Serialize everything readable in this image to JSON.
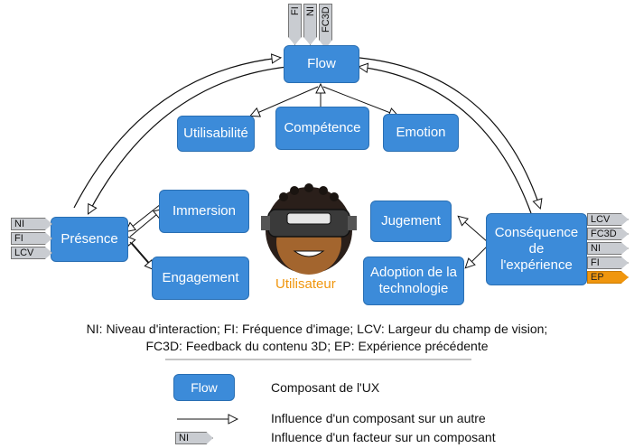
{
  "boxes": {
    "flow": "Flow",
    "utilisabilite": "Utilisabilité",
    "competence": "Compétence",
    "emotion": "Emotion",
    "presence": "Présence",
    "immersion": "Immersion",
    "engagement": "Engagement",
    "jugement": "Jugement",
    "adoption": "Adoption de la\ntechnologie",
    "consequence": "Conséquence\nde\nl'expérience"
  },
  "user_label": "Utilisateur",
  "flow_tags": [
    "FI",
    "NI",
    "FC3D"
  ],
  "presence_tags": [
    "NI",
    "FI",
    "LCV"
  ],
  "consequence_tags": [
    "LCV",
    "FC3D",
    "NI",
    "FI",
    "EP"
  ],
  "caption_line1": "NI: Niveau d'interaction; FI: Fréquence d'image; LCV: Largeur du champ de vision;",
  "caption_line2": "FC3D: Feedback du contenu 3D; EP: Expérience précédente",
  "legend": {
    "box_sample": "Flow",
    "box_desc": "Composant de l'UX",
    "arrow_desc": "Influence d'un composant sur un autre",
    "tag_sample": "NI",
    "tag_desc": "Influence d'un facteur sur un composant"
  },
  "colors": {
    "box": "#3c8bd9",
    "tag": "#c9ccd1",
    "ep_tag": "#f0960e",
    "user_label": "#f0960e"
  }
}
